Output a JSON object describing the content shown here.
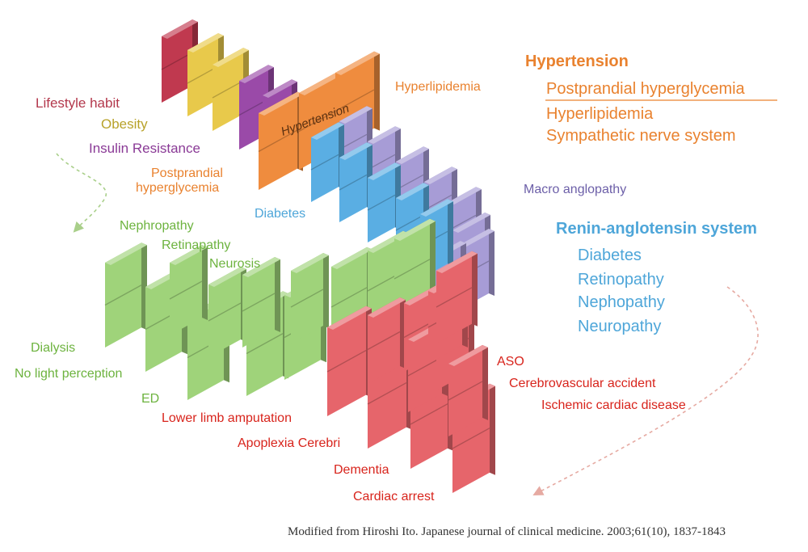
{
  "labels": {
    "lifestyle_habit": "Lifestyle habit",
    "obesity": "Obesity",
    "insulin_resistance": "Insulin Resistance",
    "postprandial_line1": "Postprandial",
    "postprandial_line2": "hyperglycemia",
    "diabetes": "Diabetes",
    "hyperlipidemia": "Hyperlipidemia",
    "hypertension_block": "Hypertension",
    "macro_angiopathy": "Macro anglopathy",
    "nephropathy": "Nephropathy",
    "retinapathy": "Retinapathy",
    "neurosis": "Neurosis",
    "dialysis": "Dialysis",
    "no_light_perception": "No light perception",
    "ed": "ED",
    "lower_limb_amputation": "Lower limb amputation",
    "apoplexia_cerebri": "Apoplexia Cerebri",
    "dementia": "Dementia",
    "cardiac_arrest": "Cardiac arrest",
    "aso": "ASO",
    "cerebrovascular_accident": "Cerebrovascular accident",
    "ischemic_cardiac_disease": "Ischemic cardiac disease"
  },
  "hypertension_box": {
    "title": "Hypertension",
    "items": [
      "Postprandial hyperglycemia",
      "Hyperlipidemia",
      "Sympathetic nerve system"
    ]
  },
  "renin_box": {
    "title": "Renin-anglotensin system",
    "items": [
      "Diabetes",
      "Retinopathy",
      "Nephopathy",
      "Neuropathy"
    ]
  },
  "citation": "Modified from Hiroshi Ito. Japanese journal of clinical medicine. 2003;61(10), 1837-1843",
  "colors": {
    "lifestyle": "#c0394f",
    "obesity": "#e8c94b",
    "insulin": "#9a4aa8",
    "hypertension": "#ef8c3e",
    "diabetes": "#5aaee3",
    "macro_angiopathy": "#a79cd6",
    "complications_green": "#9fd37a",
    "cardiovascular_red": "#e6656b"
  }
}
